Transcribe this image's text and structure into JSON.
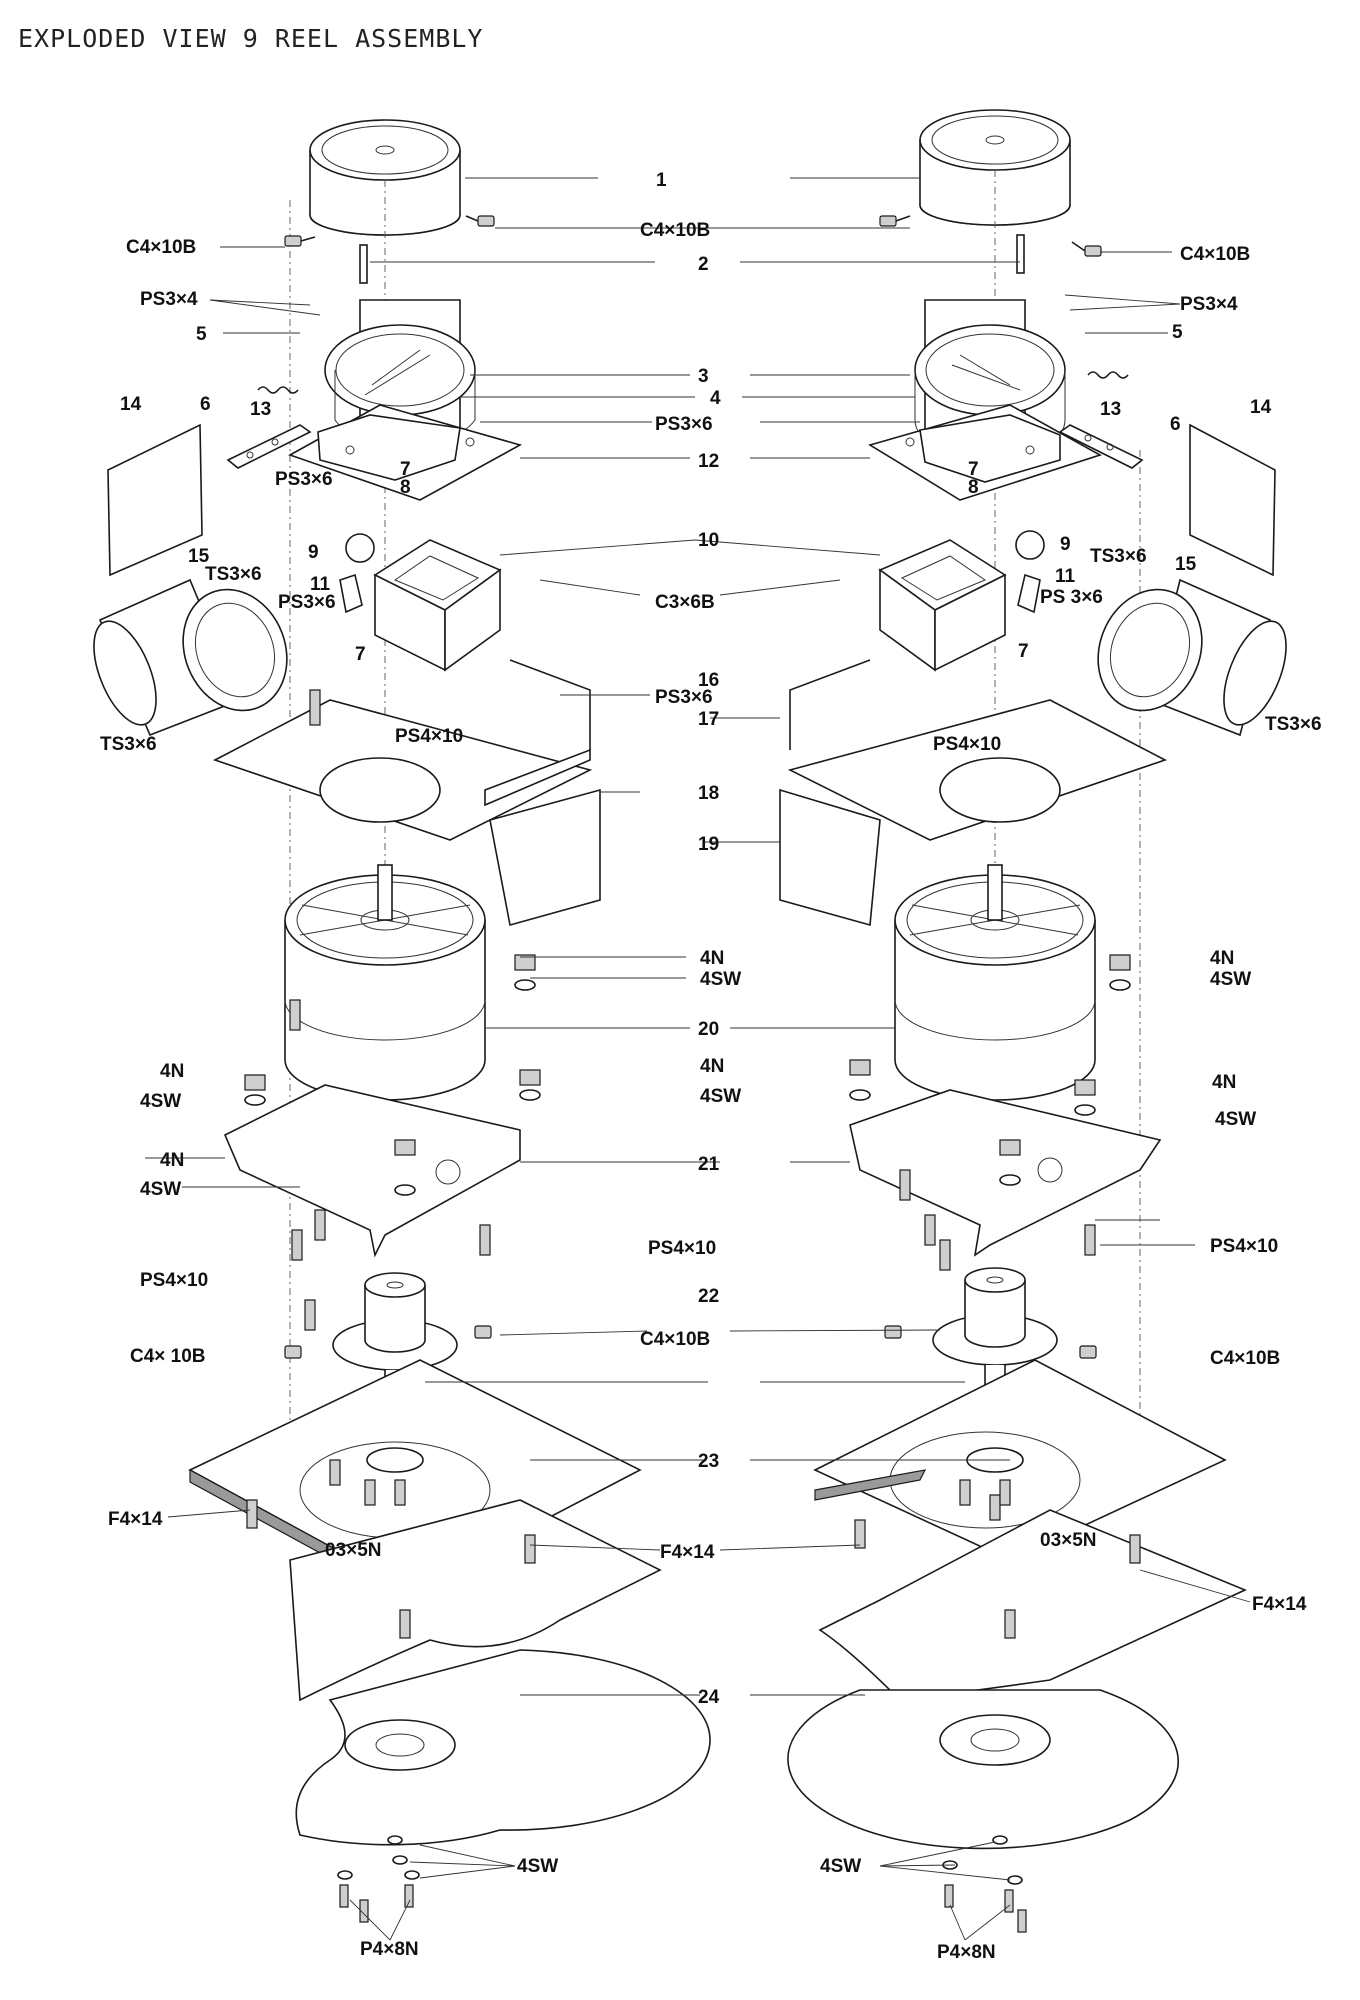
{
  "title": "EXPLODED VIEW 9 REEL ASSEMBLY",
  "callouts": [
    {
      "id": "c-1",
      "text": "1"
    },
    {
      "id": "c-c4x10b-center",
      "text": "C4×10B"
    },
    {
      "id": "c-c4x10b-left",
      "text": "C4×10B"
    },
    {
      "id": "c-c4x10b-right",
      "text": "C4×10B"
    },
    {
      "id": "c-2",
      "text": "2"
    },
    {
      "id": "c-ps3x4-left",
      "text": "PS3×4"
    },
    {
      "id": "c-ps3x4-right",
      "text": "PS3×4"
    },
    {
      "id": "c-5-left",
      "text": "5"
    },
    {
      "id": "c-5-right",
      "text": "5"
    },
    {
      "id": "c-3",
      "text": "3"
    },
    {
      "id": "c-4",
      "text": "4"
    },
    {
      "id": "c-14-left",
      "text": "14"
    },
    {
      "id": "c-6-left",
      "text": "6"
    },
    {
      "id": "c-13-left",
      "text": "13"
    },
    {
      "id": "c-13-right",
      "text": "13"
    },
    {
      "id": "c-14-right",
      "text": "14"
    },
    {
      "id": "c-6-right",
      "text": "6"
    },
    {
      "id": "c-ps3x6-top",
      "text": "PS3×6"
    },
    {
      "id": "c-12",
      "text": "12"
    },
    {
      "id": "c-ps3x6-left",
      "text": "PS3×6"
    },
    {
      "id": "c-7-left-a",
      "text": "7"
    },
    {
      "id": "c-8-left",
      "text": "8"
    },
    {
      "id": "c-7-right-a",
      "text": "7"
    },
    {
      "id": "c-8-right",
      "text": "8"
    },
    {
      "id": "c-9-left",
      "text": "9"
    },
    {
      "id": "c-10",
      "text": "10"
    },
    {
      "id": "c-9-right",
      "text": "9"
    },
    {
      "id": "c-ts3x6-right-top",
      "text": "TS3×6"
    },
    {
      "id": "c-15-left",
      "text": "15"
    },
    {
      "id": "c-ts3x6-left-top",
      "text": "TS3×6"
    },
    {
      "id": "c-15-right",
      "text": "15"
    },
    {
      "id": "c-11-left",
      "text": "11"
    },
    {
      "id": "c-c3x6b",
      "text": "C3×6B"
    },
    {
      "id": "c-11-right",
      "text": "11"
    },
    {
      "id": "c-ps3x6-left2",
      "text": "PS3×6"
    },
    {
      "id": "c-ps3x6-right2",
      "text": "PS 3×6"
    },
    {
      "id": "c-7-left-b",
      "text": "7"
    },
    {
      "id": "c-7-right-b",
      "text": "7"
    },
    {
      "id": "c-16",
      "text": "16"
    },
    {
      "id": "c-ps3x6-mid",
      "text": "PS3×6"
    },
    {
      "id": "c-17",
      "text": "17"
    },
    {
      "id": "c-ts3x6-left-bot",
      "text": "TS3×6"
    },
    {
      "id": "c-ts3x6-right-bot",
      "text": "TS3×6"
    },
    {
      "id": "c-ps4x10-left",
      "text": "PS4×10"
    },
    {
      "id": "c-ps4x10-right",
      "text": "PS4×10"
    },
    {
      "id": "c-18",
      "text": "18"
    },
    {
      "id": "c-19",
      "text": "19"
    },
    {
      "id": "c-4n-mid-a",
      "text": "4N"
    },
    {
      "id": "c-4sw-mid-a",
      "text": "4SW"
    },
    {
      "id": "c-4n-right-a",
      "text": "4N"
    },
    {
      "id": "c-4sw-right-a",
      "text": "4SW"
    },
    {
      "id": "c-20",
      "text": "20"
    },
    {
      "id": "c-4n-left-b",
      "text": "4N"
    },
    {
      "id": "c-4n-mid-b",
      "text": "4N"
    },
    {
      "id": "c-4n-right-b",
      "text": "4N"
    },
    {
      "id": "c-4sw-left-b",
      "text": "4SW"
    },
    {
      "id": "c-4sw-mid-b",
      "text": "4SW"
    },
    {
      "id": "c-4sw-right-b",
      "text": "4SW"
    },
    {
      "id": "c-4n-left-c",
      "text": "4N"
    },
    {
      "id": "c-21",
      "text": "21"
    },
    {
      "id": "c-4sw-left-c",
      "text": "4SW"
    },
    {
      "id": "c-ps4x10-mid",
      "text": "PS4×10"
    },
    {
      "id": "c-ps4x10-right2",
      "text": "PS4×10"
    },
    {
      "id": "c-ps4x10-left2",
      "text": "PS4×10"
    },
    {
      "id": "c-22",
      "text": "22"
    },
    {
      "id": "c-c4x10b-left2",
      "text": "C4× 10B"
    },
    {
      "id": "c-c4x10b-mid2",
      "text": "C4×10B"
    },
    {
      "id": "c-c4x10b-right2",
      "text": "C4×10B"
    },
    {
      "id": "c-23",
      "text": "23"
    },
    {
      "id": "c-f4x14-left",
      "text": "F4×14"
    },
    {
      "id": "c-03x5n-left",
      "text": "03×5N"
    },
    {
      "id": "c-03x5n-right",
      "text": "03×5N"
    },
    {
      "id": "c-f4x14-mid",
      "text": "F4×14"
    },
    {
      "id": "c-f4x14-right",
      "text": "F4×14"
    },
    {
      "id": "c-24",
      "text": "24"
    },
    {
      "id": "c-4sw-left-d",
      "text": "4SW"
    },
    {
      "id": "c-4sw-right-d",
      "text": "4SW"
    },
    {
      "id": "c-p4x8n-left",
      "text": "P4×8N"
    },
    {
      "id": "c-p4x8n-right",
      "text": "P4×8N"
    }
  ]
}
